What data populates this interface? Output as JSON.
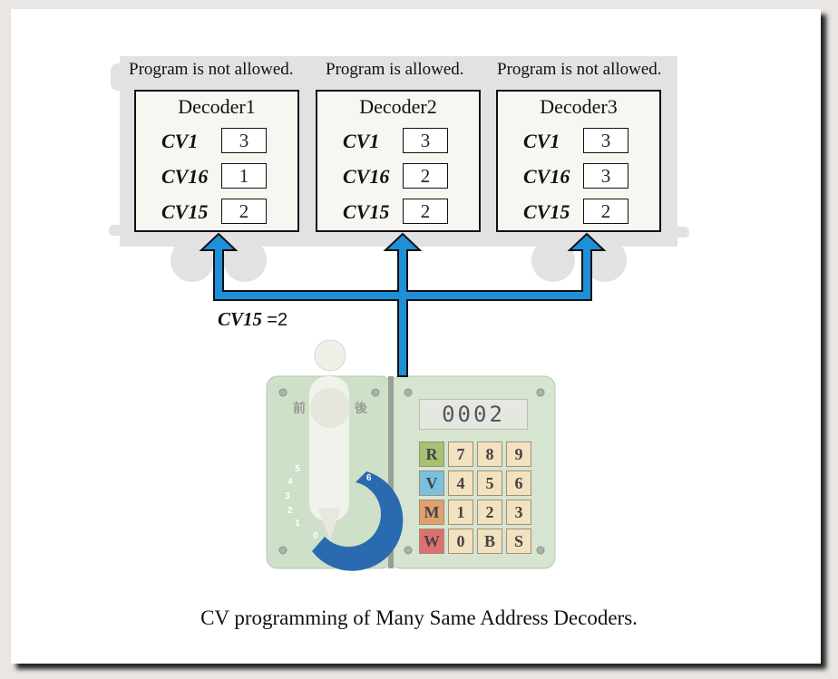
{
  "statuses": [
    "Program is not allowed.",
    "Program is allowed.",
    "Program is not allowed."
  ],
  "decoders": [
    {
      "title": "Decoder1",
      "cv1": "3",
      "cv16": "1",
      "cv15": "2"
    },
    {
      "title": "Decoder2",
      "cv1": "3",
      "cv16": "2",
      "cv15": "2"
    },
    {
      "title": "Decoder3",
      "cv1": "3",
      "cv16": "3",
      "cv15": "2"
    }
  ],
  "cv_labels": {
    "cv1": "CV1",
    "cv16": "CV16",
    "cv15": "CV15"
  },
  "command": {
    "label": "CV15",
    "value": "=2"
  },
  "controller": {
    "display": "0002",
    "forward_label": "前",
    "reverse_label": "後",
    "dial_numbers": [
      "0",
      "1",
      "2",
      "3",
      "4",
      "5",
      "6"
    ],
    "keys": [
      [
        "R",
        "7",
        "8",
        "9"
      ],
      [
        "V",
        "4",
        "5",
        "6"
      ],
      [
        "M",
        "1",
        "2",
        "3"
      ],
      [
        "W",
        "0",
        "B",
        "S"
      ]
    ],
    "colors": {
      "R": "#a8c070",
      "V": "#7ac0e0",
      "M": "#e0a070",
      "W": "#e07070",
      "default": "#f2e2c0"
    }
  },
  "colors": {
    "arrow": "#1f8fd8",
    "panel": "#cfe0c8",
    "dial": "#2a6ab0"
  },
  "caption": "CV programming of Many Same Address Decoders."
}
